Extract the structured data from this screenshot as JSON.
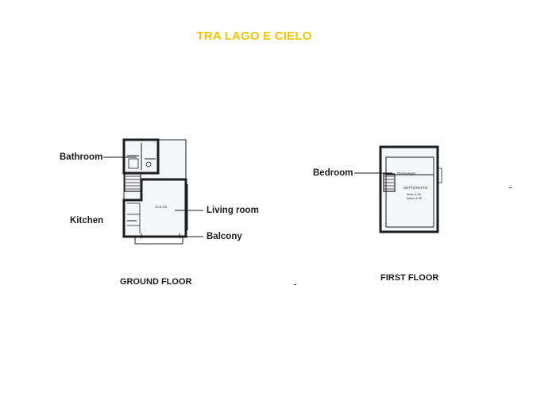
{
  "title": "TRA LAGO E CIELO",
  "colors": {
    "title": "#f2c500",
    "lines": "#1e1e1e",
    "plan_fill": "#f4f6f8"
  },
  "ground_floor": {
    "caption": "GROUND FLOOR",
    "labels": {
      "bathroom": "Bathroom",
      "kitchen": "Kitchen",
      "living_room": "Living room",
      "balcony": "Balcony"
    },
    "plan_text": {
      "area": "h=2.72"
    }
  },
  "first_floor": {
    "caption": "FIRST FLOOR",
    "labels": {
      "bedroom": "Bedroom"
    },
    "plan_text": {
      "room": "Disimpegno",
      "attic": "SOTTOTETTO",
      "h1": "hmin=1.20",
      "h2": "hmax=1.50"
    }
  }
}
